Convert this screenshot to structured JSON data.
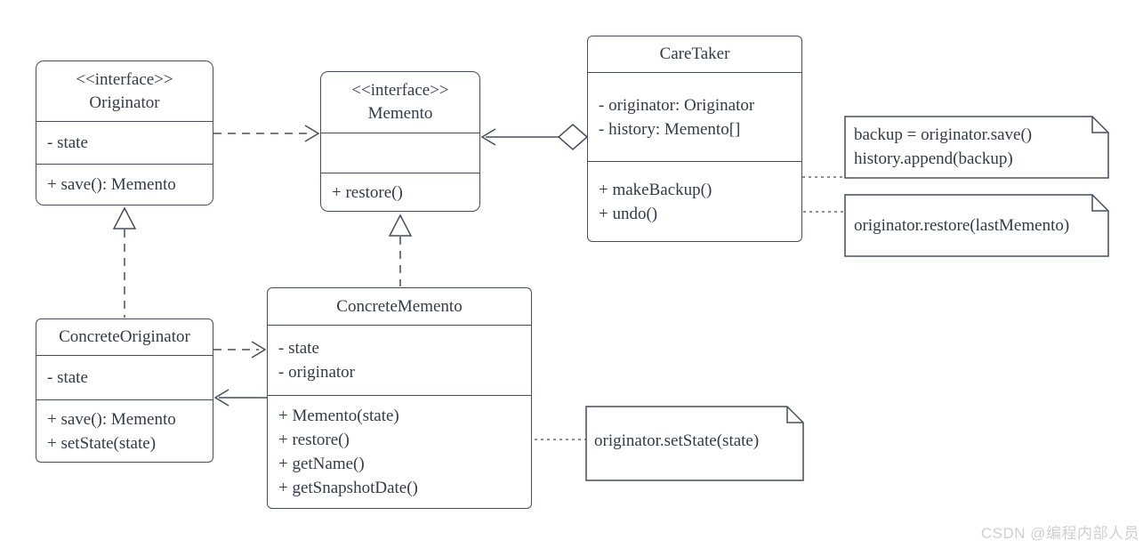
{
  "colors": {
    "line": "#454d5d",
    "text": "#333a48",
    "box_fill": "#ffffff",
    "watermark": "#cfcfcf"
  },
  "classes": {
    "originator": {
      "stereotype": "<<interface>>",
      "name": "Originator",
      "attributes": [
        "- state"
      ],
      "methods": [
        "+ save(): Memento"
      ]
    },
    "memento": {
      "stereotype": "<<interface>>",
      "name": "Memento",
      "attributes": [],
      "methods": [
        "+ restore()"
      ]
    },
    "caretaker": {
      "name": "CareTaker",
      "attributes": [
        "- originator: Originator",
        "- history: Memento[]"
      ],
      "methods": [
        "+ makeBackup()",
        "+ undo()"
      ]
    },
    "concrete_originator": {
      "name": "ConcreteOriginator",
      "attributes": [
        "- state"
      ],
      "methods": [
        "+ save(): Memento",
        "+ setState(state)"
      ]
    },
    "concrete_memento": {
      "name": "ConcreteMemento",
      "attributes": [
        "- state",
        "- originator"
      ],
      "methods": [
        "+ Memento(state)",
        "+ restore()",
        "+ getName()",
        "+ getSnapshotDate()"
      ]
    }
  },
  "notes": {
    "make_backup": {
      "lines": [
        "backup = originator.save()",
        "history.append(backup)"
      ]
    },
    "undo": {
      "lines": [
        "originator.restore(lastMemento)"
      ]
    },
    "set_state": {
      "lines": [
        "originator.setState(state)"
      ]
    }
  },
  "relationships": [
    {
      "type": "dependency",
      "from": "Originator",
      "to": "Memento",
      "style": "dashed, open arrow"
    },
    {
      "type": "aggregation",
      "from": "CareTaker",
      "to": "Memento",
      "style": "solid, hollow diamond at CareTaker, open arrow at Memento"
    },
    {
      "type": "realization",
      "from": "ConcreteOriginator",
      "to": "Originator",
      "style": "dashed, hollow triangle"
    },
    {
      "type": "realization",
      "from": "ConcreteMemento",
      "to": "Memento",
      "style": "dashed, hollow triangle"
    },
    {
      "type": "dependency",
      "from": "ConcreteOriginator",
      "to": "ConcreteMemento",
      "style": "dashed, open arrow"
    },
    {
      "type": "association",
      "from": "ConcreteMemento",
      "to": "ConcreteOriginator",
      "style": "solid, open arrow"
    },
    {
      "type": "note-link",
      "from": "CareTaker.makeBackup()",
      "to": "make_backup note",
      "style": "dotted"
    },
    {
      "type": "note-link",
      "from": "CareTaker.undo()",
      "to": "undo note",
      "style": "dotted"
    },
    {
      "type": "note-link",
      "from": "ConcreteMemento.restore()",
      "to": "set_state note",
      "style": "dotted"
    }
  ],
  "watermark": {
    "text": "CSDN @编程内部人员"
  }
}
